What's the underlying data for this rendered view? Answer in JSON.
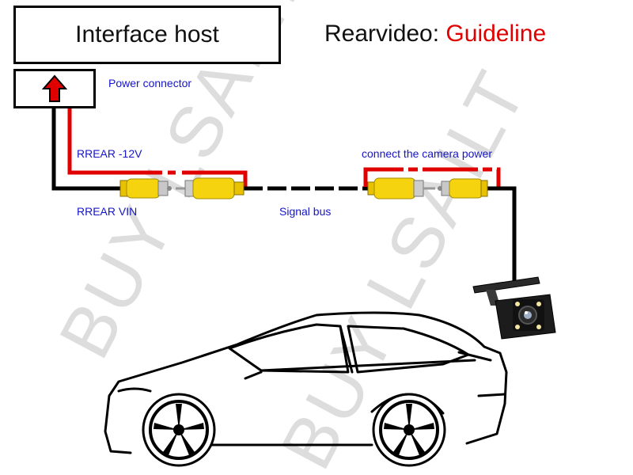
{
  "host": {
    "title": "Interface host"
  },
  "heading": {
    "prefix": "Rearvideo: ",
    "accent": "Guideline"
  },
  "labels": {
    "power_connector": "Power connector",
    "rrear_12v": "RREAR -12V",
    "rrear_vin": "RREAR VIN",
    "signal_bus": "Signal bus",
    "camera_power": "connect the camera power"
  },
  "watermark": {
    "text": "BUY LSAILT"
  },
  "colors": {
    "accent": "#e00000",
    "label_blue": "#1515c8",
    "wire_red": "#e00000",
    "wire_black": "#000000",
    "rca_yellow": "#f5d40f",
    "watermark": "#d8d8d8"
  },
  "icons": {
    "connector": "red-up-arrow-icon",
    "camera": "rear-camera-icon",
    "vehicle": "car-outline-icon"
  }
}
